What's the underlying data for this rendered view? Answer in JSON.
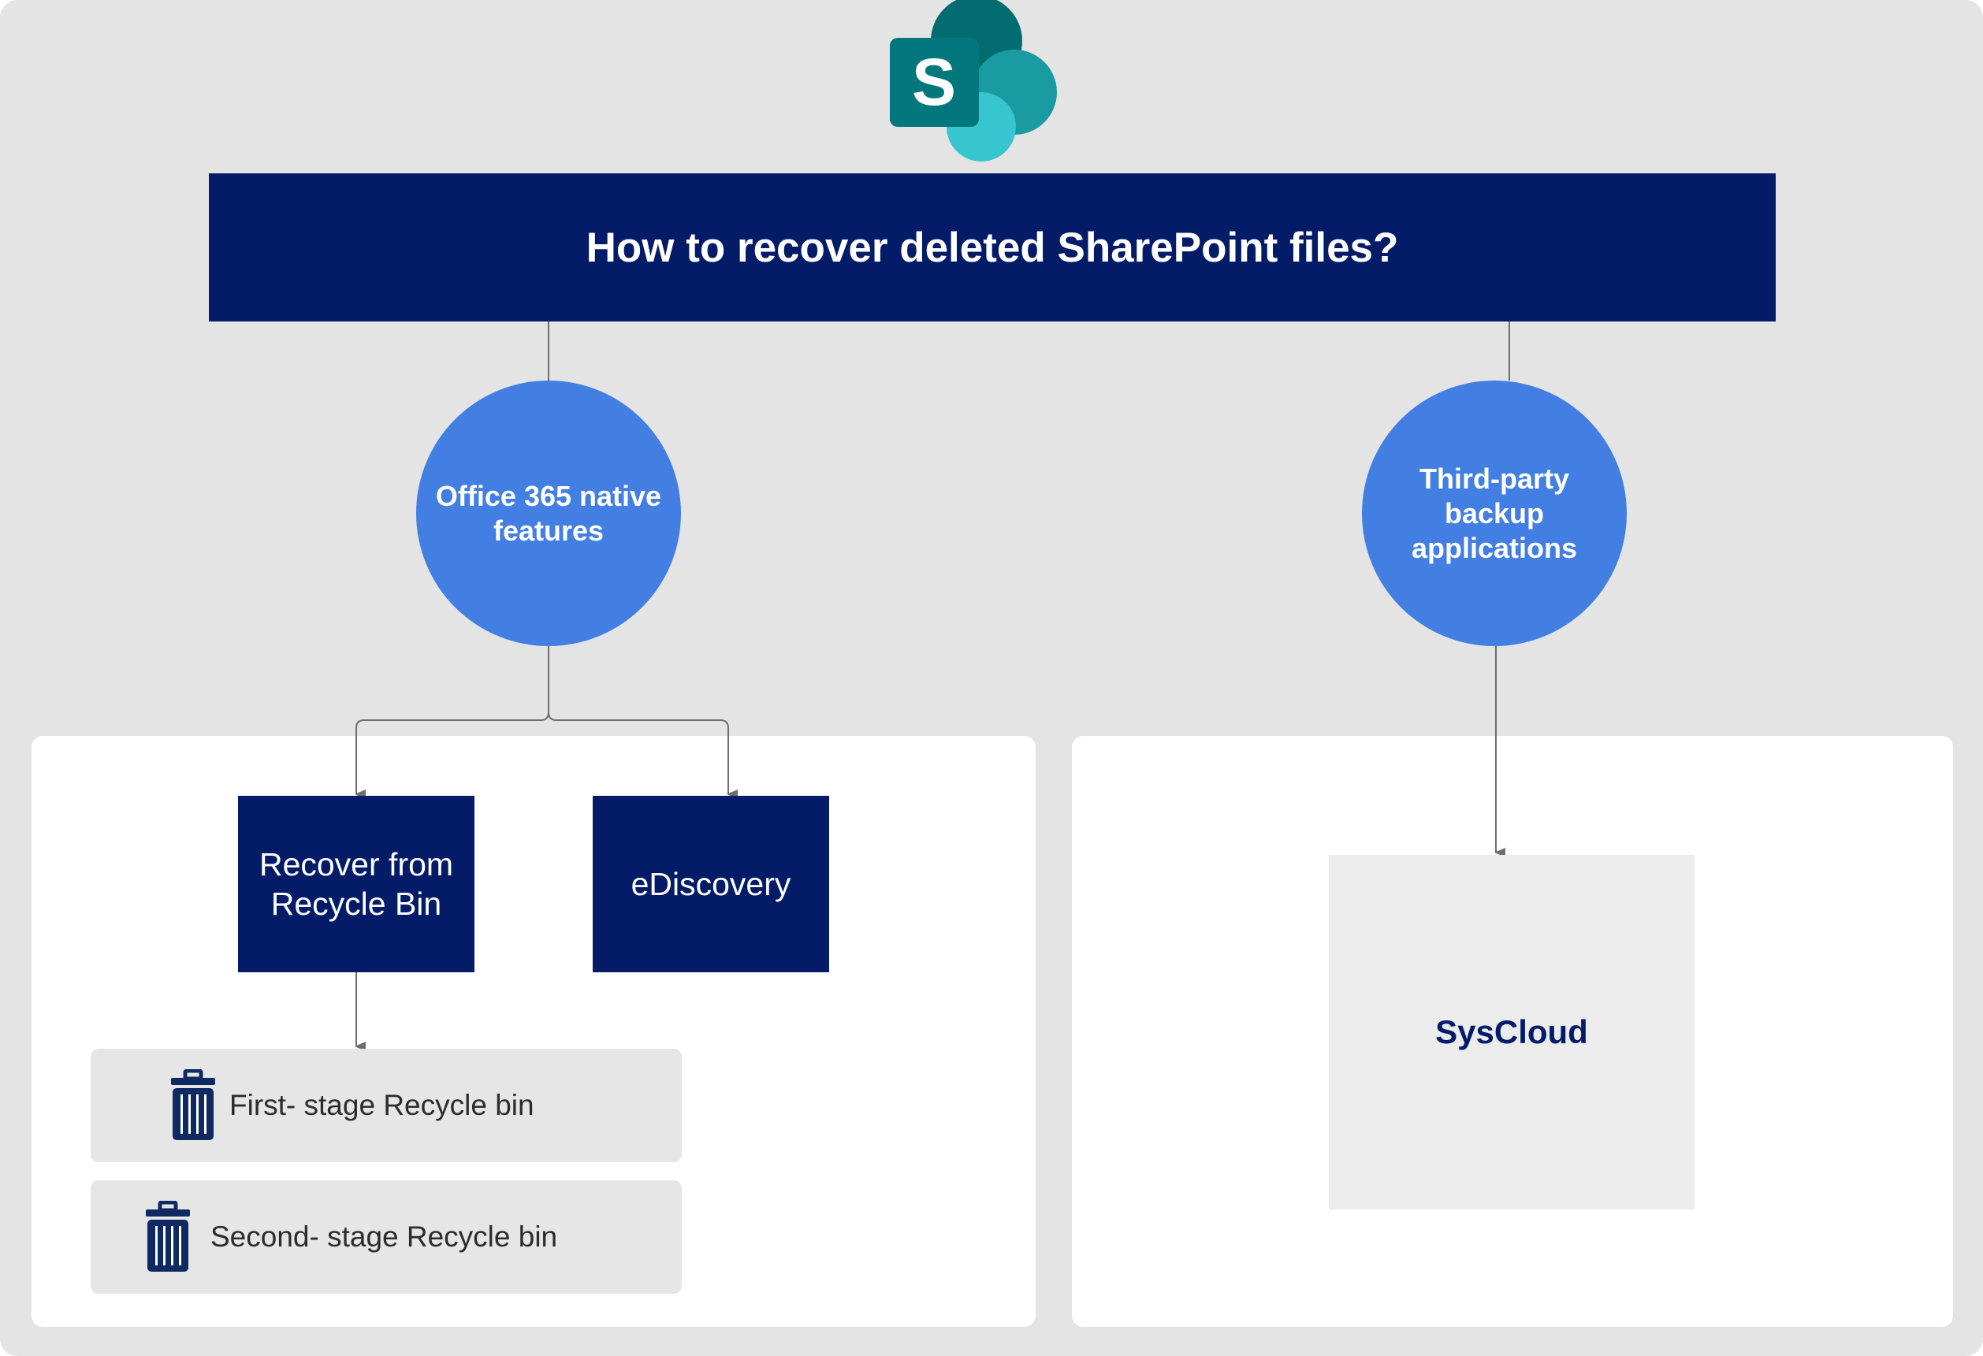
{
  "logo": {
    "icon": "sharepoint-logo-icon",
    "letter": "S"
  },
  "title": "How to recover deleted SharePoint files?",
  "branches": {
    "native": {
      "label_lines": [
        "Office 365 native",
        "features"
      ]
    },
    "third_party": {
      "label_lines": [
        "Third-party",
        "backup",
        "applications"
      ]
    }
  },
  "native_options": {
    "recycle": {
      "label_lines": [
        "Recover from",
        "Recycle Bin"
      ]
    },
    "ediscovery": {
      "label": "eDiscovery"
    }
  },
  "recycle_stages": [
    {
      "label": "First- stage Recycle bin",
      "icon": "trash-icon"
    },
    {
      "label": "Second- stage Recycle bin",
      "icon": "trash-icon"
    }
  ],
  "third_party_option": {
    "label": "SysCloud"
  },
  "colors": {
    "navy": "#041c68",
    "circle_blue": "#437fe2",
    "background": "#e4e4e4",
    "panel": "#ffffff",
    "connector": "#6e6e6e"
  }
}
